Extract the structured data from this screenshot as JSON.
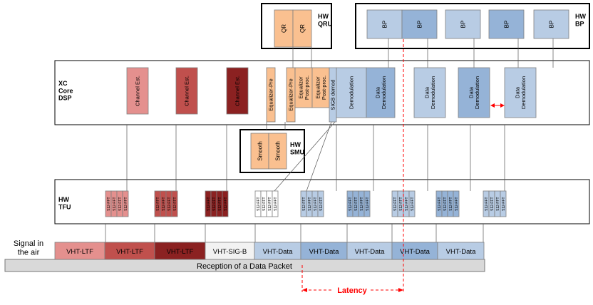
{
  "units": {
    "qru": {
      "label": "HW\nQRU",
      "blocks": [
        "QR",
        "QR"
      ]
    },
    "bp": {
      "label": "HW\nBP",
      "blocks": [
        "BP",
        "BP",
        "BP",
        "BP",
        "BP"
      ]
    },
    "dsp": {
      "label": "XC\nCore\nDSP",
      "blocks": [
        "Channel Est.",
        "Channel Est.",
        "Channel Est.",
        "Equalizer-Pre",
        "Equalizer-Pre",
        "Equalizer\nPost-proc.",
        "Equalizer\nPost-proc.",
        "SIGB demod",
        "Demodulation",
        "Data\nDemodulation",
        "Data\nDemodulation",
        "Data\nDemodulation",
        "Data\nDemodulation"
      ]
    },
    "smu": {
      "label": "HW\nSMU",
      "blocks": [
        "Smooth",
        "Smooth"
      ]
    },
    "tfu": {
      "label": "HW\nTFU",
      "fft_label": "512-FFT"
    }
  },
  "signal": {
    "label": "Signal in\nthe air",
    "fields": [
      "VHT-LTF",
      "VHT-LTF",
      "VHT-LTF",
      "VHT-SIG-B",
      "VHT-Data",
      "VHT-Data",
      "VHT-Data",
      "VHT-Data",
      "VHT-Data"
    ],
    "packet_label": "Reception of a Data Packet"
  },
  "latency_label": "Latency",
  "colors": {
    "ltf1": "#e4908e",
    "ltf2": "#c0504d",
    "ltf3": "#8b2121",
    "sigb": "#ffffff",
    "data": "#b8cce4",
    "data_dark": "#95b3d7",
    "orange": "#fac090",
    "packet_bar": "#d9d9d9",
    "latency": "#ff0000"
  }
}
